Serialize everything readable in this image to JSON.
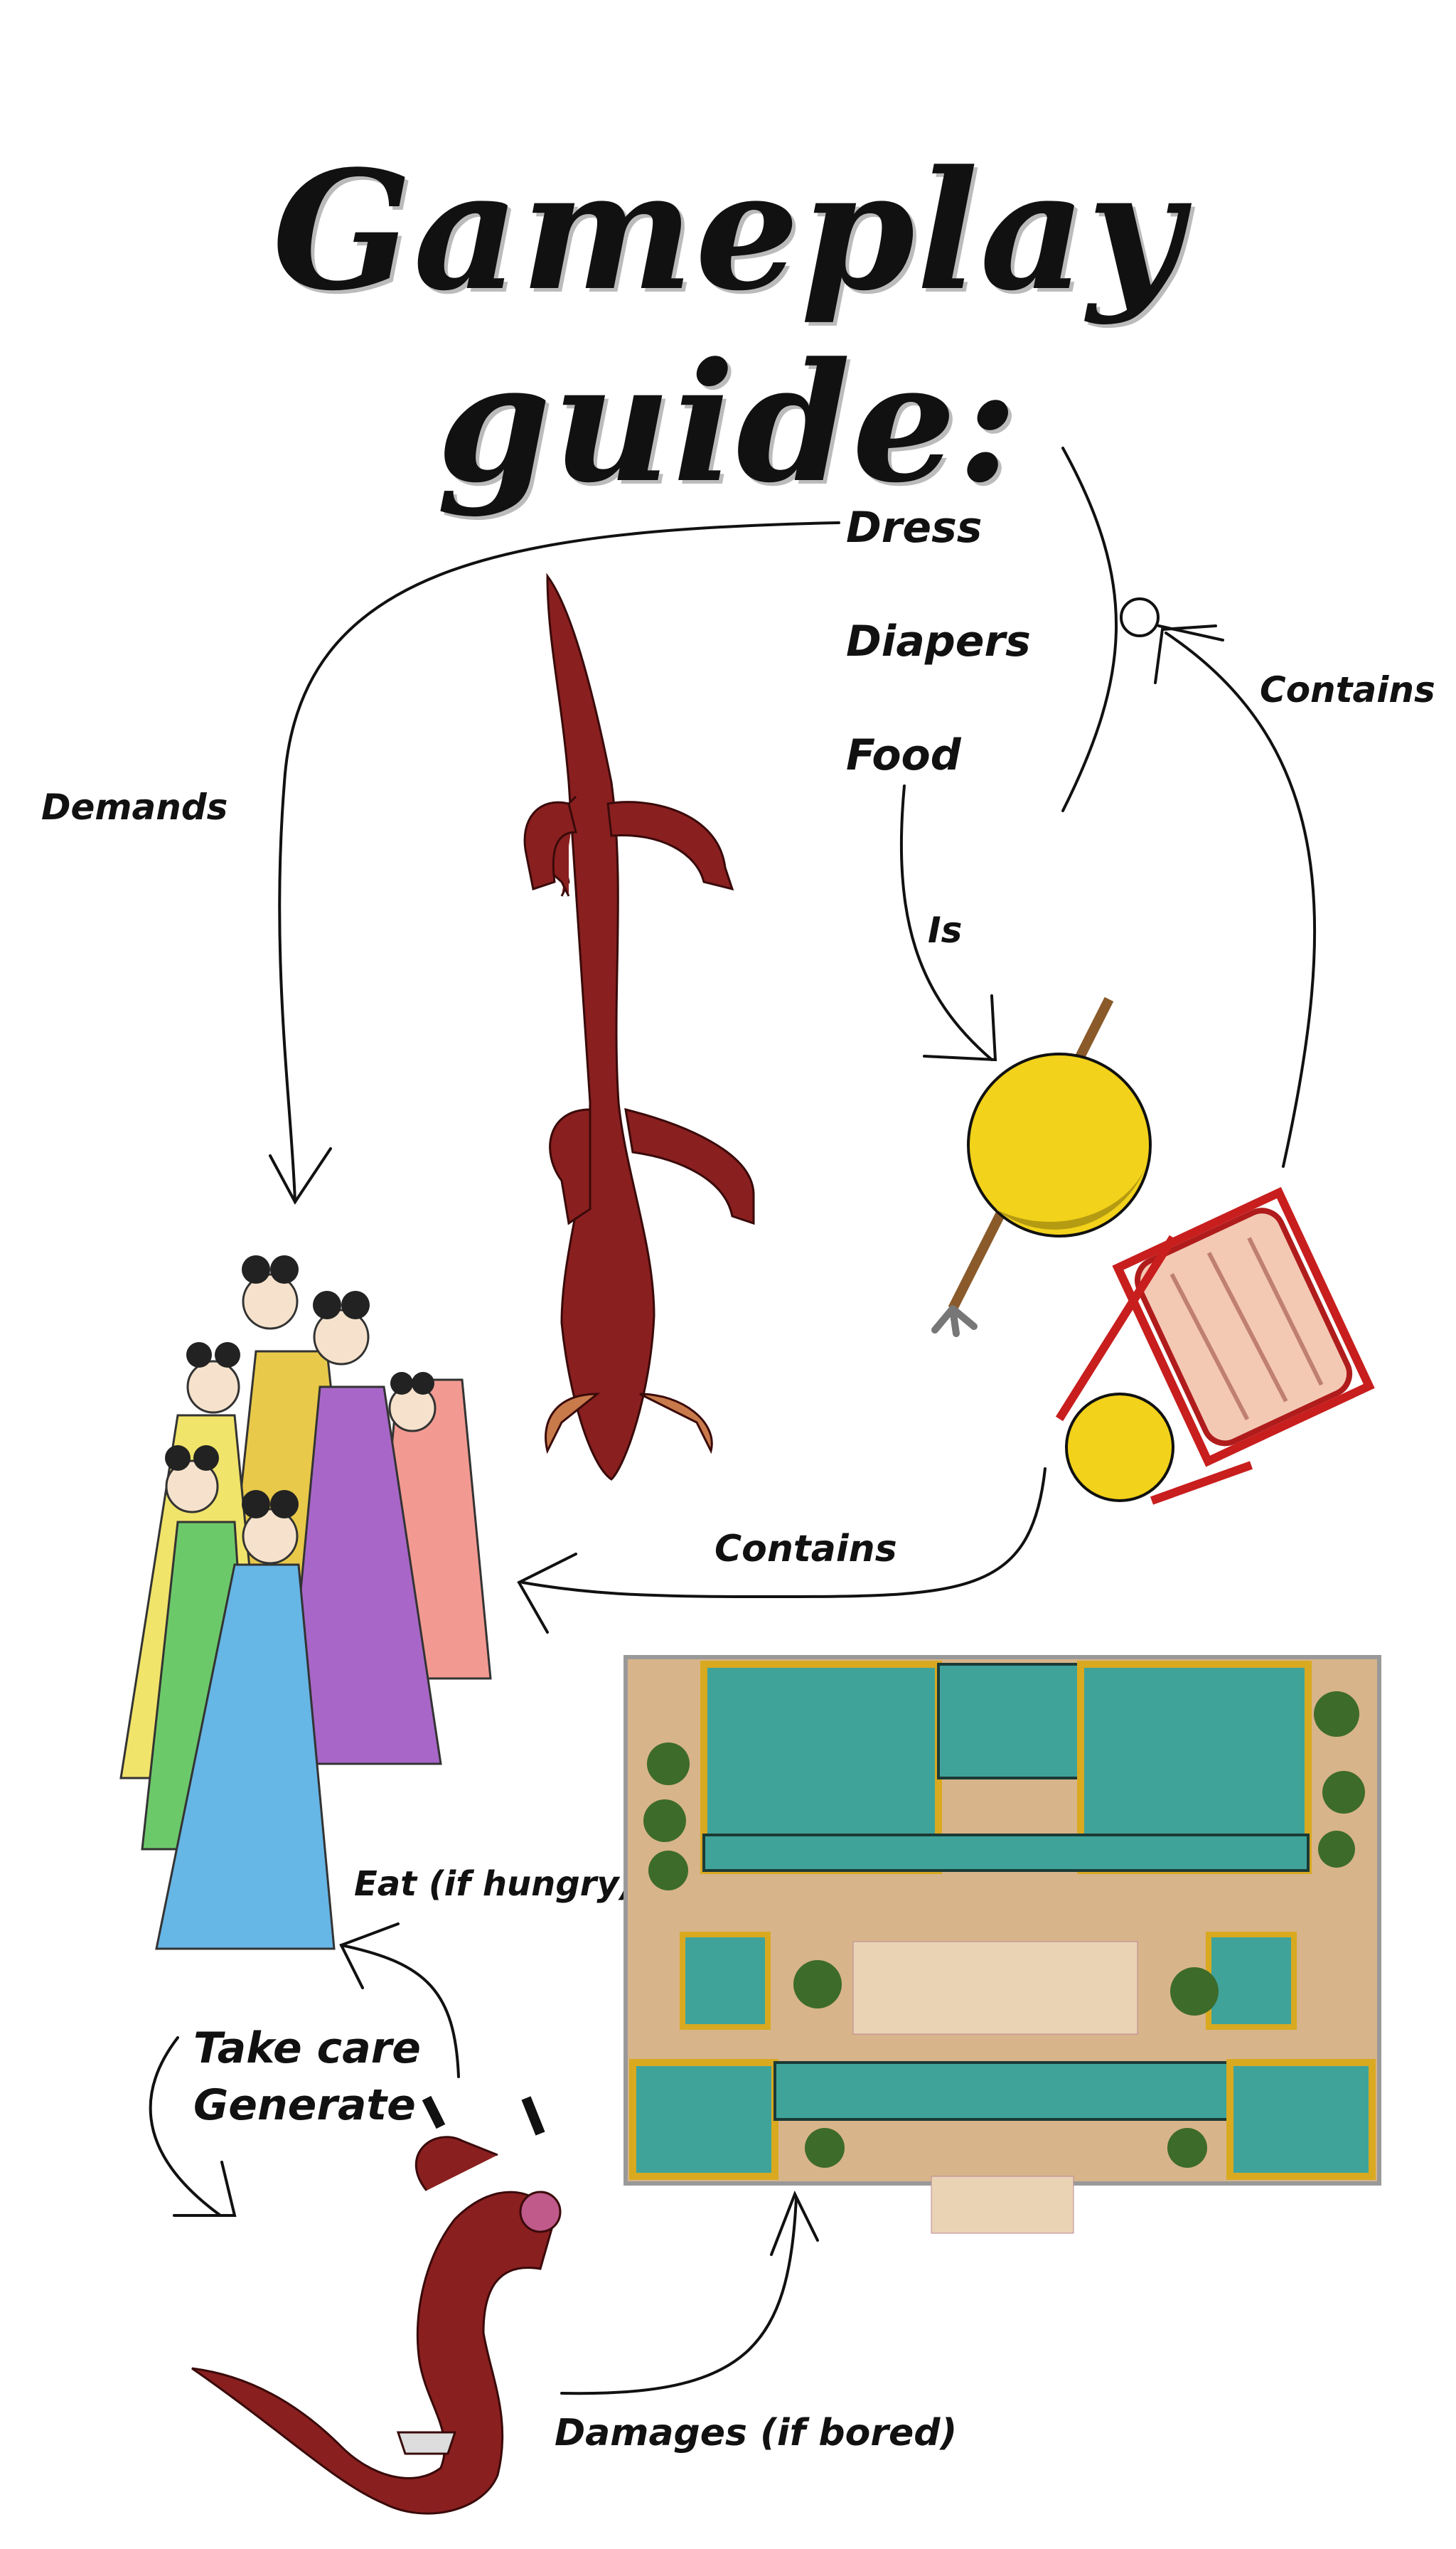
{
  "title": "Gameplay guide:",
  "labels": {
    "dress": "Dress",
    "diapers": "Diapers",
    "food": "Food",
    "demands": "Demands",
    "is": "Is",
    "contains_top": "Contains",
    "contains_bottom": "Contains",
    "eat": "Eat (if hungry)",
    "take_care": "Take care",
    "generate": "Generate",
    "damages": "Damages (if bored)"
  },
  "colors": {
    "dragon_red": "#8a1f1f",
    "lemon_yellow": "#f2d21a",
    "roof_teal": "#3fa39a",
    "courtyard_sand": "#d8b48a",
    "gold_trim": "#d9a920"
  }
}
